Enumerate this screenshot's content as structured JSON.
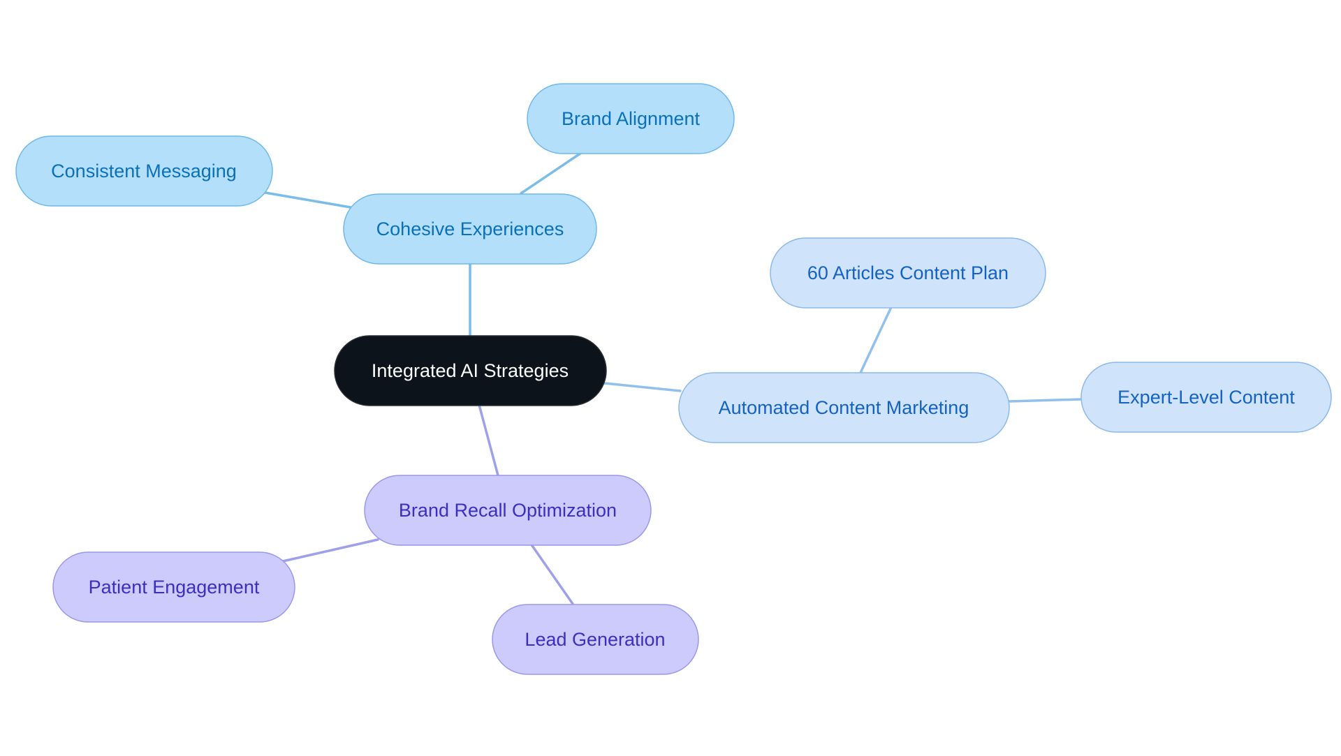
{
  "colors": {
    "background": "#ffffff",
    "root_fill": "#0d131b",
    "root_stroke": "#2a2f36",
    "root_text": "#ffffff",
    "sky_fill": "#b4dffb",
    "sky_stroke": "#6fb8ea",
    "sky_text": "#0a71b8",
    "sky_edge": "#7bbde9",
    "blue_fill": "#cfe3fa",
    "blue_stroke": "#8bb9ea",
    "blue_text": "#1463c4",
    "blue_edge": "#92c0ec",
    "lavender_fill": "#cccbfc",
    "lavender_stroke": "#9a98ea",
    "lavender_text": "#3a2fbf",
    "lavender_edge": "#9ea0ea"
  },
  "mindmap": {
    "root": {
      "label": "Integrated AI Strategies",
      "icon": "none"
    },
    "branches": [
      {
        "label": "Cohesive Experiences",
        "theme": "sky",
        "children": [
          {
            "label": "Brand Alignment"
          },
          {
            "label": "Consistent Messaging"
          }
        ]
      },
      {
        "label": "Automated Content Marketing",
        "theme": "blue",
        "children": [
          {
            "label": "60 Articles Content Plan"
          },
          {
            "label": "Expert-Level Content"
          }
        ]
      },
      {
        "label": "Brand Recall Optimization",
        "theme": "lavender",
        "children": [
          {
            "label": "Patient Engagement"
          },
          {
            "label": "Lead Generation"
          }
        ]
      }
    ]
  }
}
